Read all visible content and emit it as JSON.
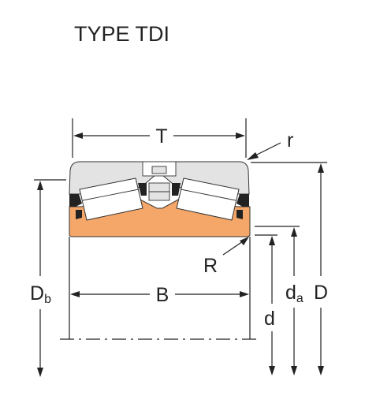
{
  "title": "TYPE TDI",
  "labels": {
    "T": "T",
    "r": "r",
    "R": "R",
    "B": "B",
    "Db_main": "D",
    "Db_sub": "b",
    "d": "d",
    "da_main": "d",
    "da_sub": "a",
    "D": "D"
  },
  "colors": {
    "cone": "#f5a76a",
    "cup": "#e3e3e3",
    "seal": "#222222",
    "ink": "#222222"
  }
}
